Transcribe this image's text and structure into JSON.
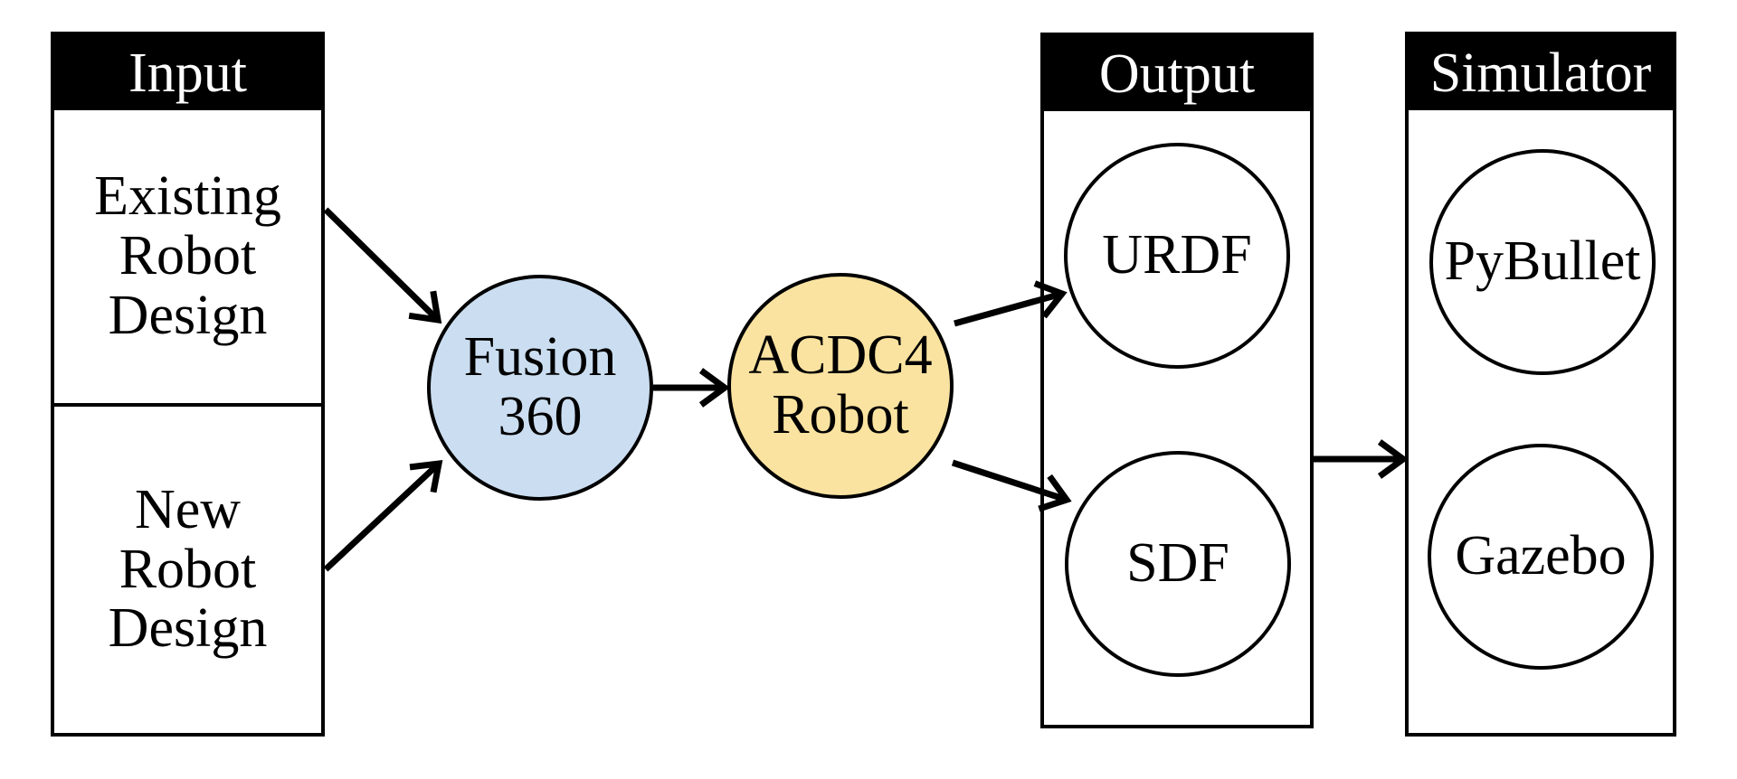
{
  "colors": {
    "panel_header_bg": "#000000",
    "panel_header_text": "#ffffff",
    "panel_border": "#000000",
    "fusion360_fill": "#cbdef1",
    "acdc4robot_fill": "#fae3a0",
    "output_node_fill": "#ffffff",
    "arrow_color": "#000000"
  },
  "panels": {
    "input": {
      "header": "Input",
      "items": [
        {
          "label": "Existing Robot Design"
        },
        {
          "label": "New Robot Design"
        }
      ]
    },
    "output": {
      "header": "Output",
      "nodes": [
        {
          "label": "URDF"
        },
        {
          "label": "SDF"
        }
      ]
    },
    "simulator": {
      "header": "Simulator",
      "nodes": [
        {
          "label": "PyBullet"
        },
        {
          "label": "Gazebo"
        }
      ]
    }
  },
  "process_nodes": {
    "fusion360": {
      "label": "Fusion 360"
    },
    "acdc4robot": {
      "label": "ACDC4 Robot"
    }
  },
  "connections": [
    {
      "from": "Existing Robot Design",
      "to": "Fusion 360"
    },
    {
      "from": "New Robot Design",
      "to": "Fusion 360"
    },
    {
      "from": "Fusion 360",
      "to": "ACDC4 Robot"
    },
    {
      "from": "ACDC4 Robot",
      "to": "URDF"
    },
    {
      "from": "ACDC4 Robot",
      "to": "SDF"
    },
    {
      "from": "Output",
      "to": "Simulator"
    }
  ]
}
